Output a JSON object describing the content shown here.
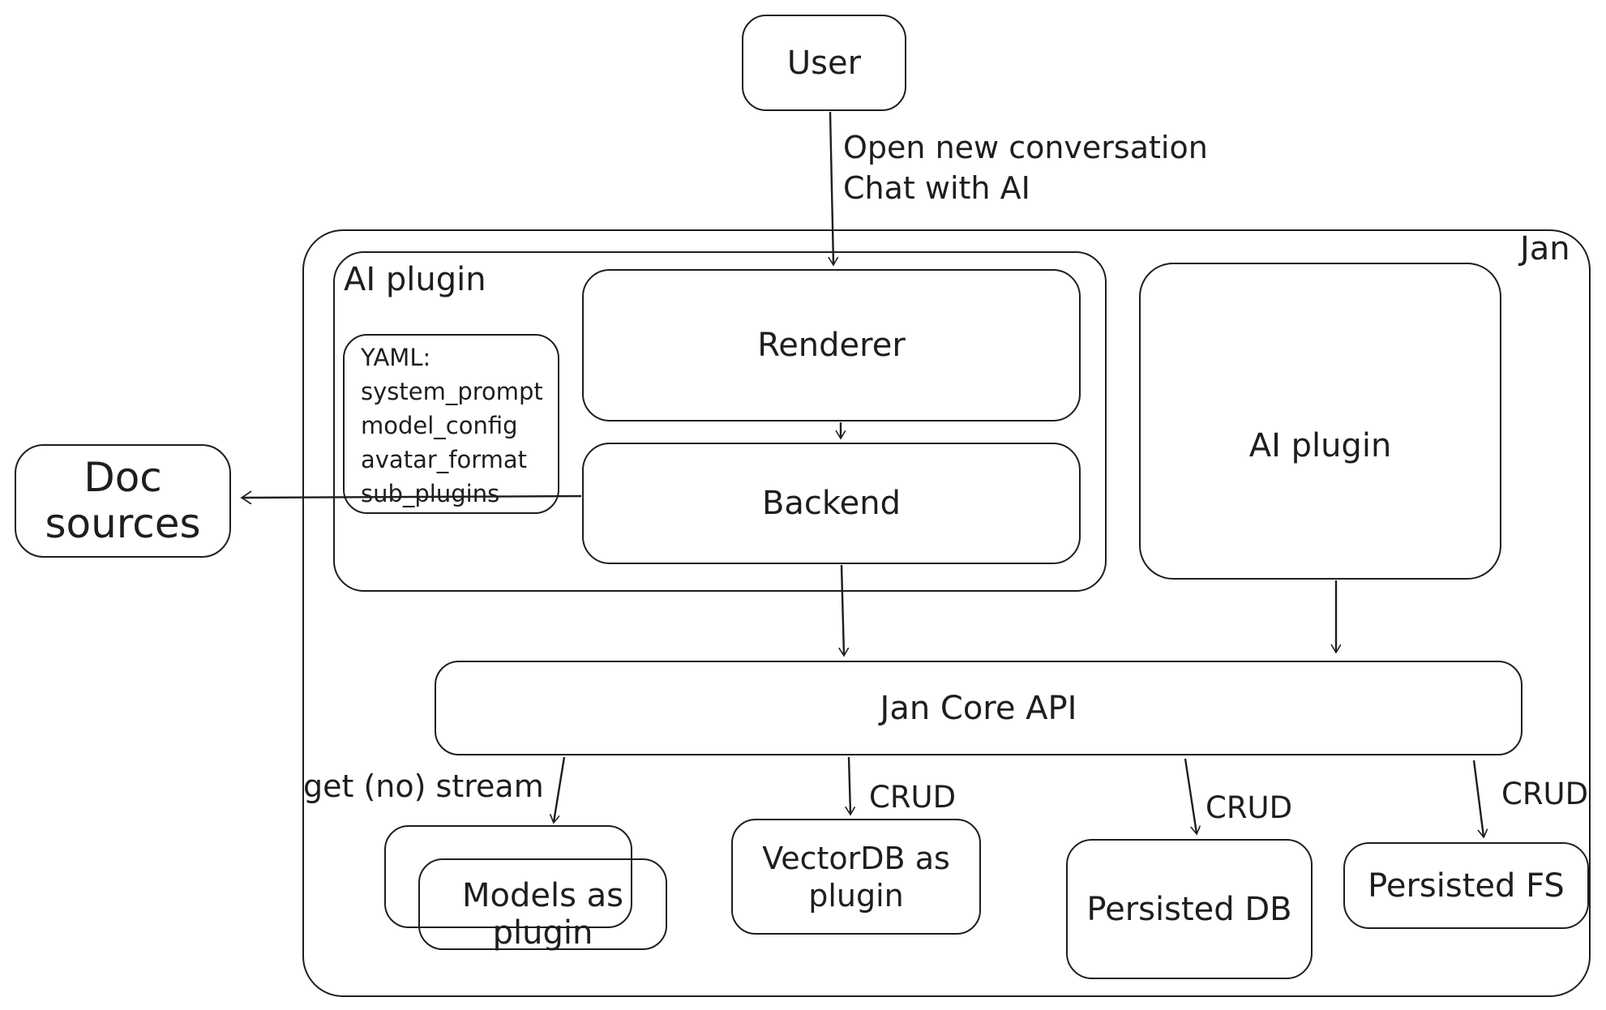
{
  "canvas": {
    "background": "#ffffff",
    "stroke": "#1e1e1e"
  },
  "nodes": {
    "user": {
      "label": "User"
    },
    "jan_container": {
      "label": "Jan"
    },
    "ai_plugin_left": {
      "label": "AI plugin"
    },
    "renderer": {
      "label": "Renderer"
    },
    "yaml_note": {
      "line1": "YAML:",
      "line2": "system_prompt",
      "line3": "model_config",
      "line4": "avatar_format",
      "line5": "sub_plugins"
    },
    "backend": {
      "label": "Backend"
    },
    "ai_plugin_right": {
      "label": "AI plugin"
    },
    "doc_sources": {
      "label": "Doc sources"
    },
    "jan_core_api": {
      "label": "Jan Core API"
    },
    "models_plugin": {
      "line1": "Models as",
      "line2": "plugin"
    },
    "vectordb_plugin": {
      "line1": "VectorDB as",
      "line2": "plugin"
    },
    "persisted_db": {
      "label": "Persisted DB"
    },
    "persisted_fs": {
      "label": "Persisted FS"
    }
  },
  "edges": {
    "user_to_renderer": {
      "label_line1": "Open new conversation",
      "label_line2": "Chat with AI"
    },
    "api_to_models": {
      "label": "get (no) stream"
    },
    "api_to_vectordb": {
      "label": "CRUD"
    },
    "api_to_persisted_db": {
      "label": "CRUD"
    },
    "api_to_persisted_fs": {
      "label": "CRUD"
    }
  }
}
